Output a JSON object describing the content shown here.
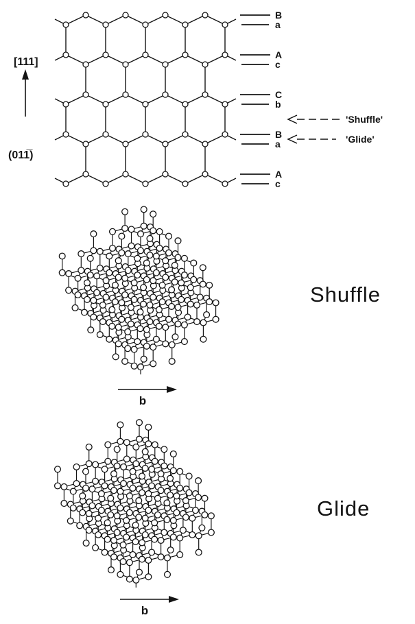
{
  "top_panel": {
    "direction_label": "[111]",
    "plane_label": "(011̅)",
    "layers": [
      {
        "upper": "B",
        "lower": "a"
      },
      {
        "upper": "A",
        "lower": "c"
      },
      {
        "upper": "C",
        "lower": "b"
      },
      {
        "upper": "B",
        "lower": "a"
      },
      {
        "upper": "A",
        "lower": "c"
      }
    ],
    "shuffle_label": "'Shuffle'",
    "glide_label": "'Glide'"
  },
  "shuffle_panel": {
    "title": "Shuffle",
    "burgers_label": "b"
  },
  "glide_panel": {
    "title": "Glide",
    "burgers_label": "b"
  },
  "icons": {
    "direction_arrow": "up-arrow",
    "shuffle_pointer": "dashed-left-arrow",
    "glide_pointer": "dashed-left-arrow",
    "burgers_arrow": "right-arrow"
  },
  "colors": {
    "ink": "#141414",
    "background": "#ffffff"
  }
}
